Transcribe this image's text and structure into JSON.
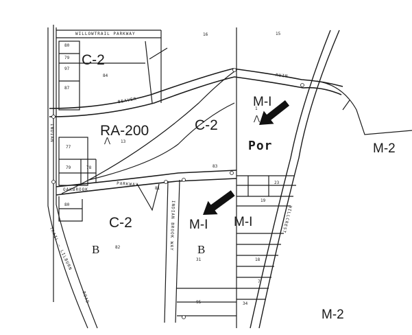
{
  "zones": {
    "c2_top": "C-2",
    "ra200": "RA-200",
    "c2_mid": "C-2",
    "m1_top": "M-I",
    "por": "Por",
    "m2_right": "M-2",
    "c2_bottom": "C-2",
    "m1_center": "M-I",
    "m1_right": "M-I",
    "m2_bottom": "M-2"
  },
  "letters": {
    "b_left": "B",
    "b_center": "B"
  },
  "roads": {
    "willowtrail": "WILLOWTRAIL PARKWAY",
    "beaver": "BEAVER",
    "ruin": "RUIN",
    "oakbrook": "OAKBROOK",
    "parkway": "PARKWAY",
    "indian_trail": "INDIAN",
    "trail_lilburn": "TRAIL – LILBURN",
    "road": "ROAD",
    "indian_brook": "INDIAN BROOK WAY",
    "hillcrest": "HILLCREST"
  },
  "lots": {
    "l80_top": "80",
    "l79_top": "79",
    "l97": "97",
    "l87": "87",
    "l13": "13",
    "l77": "77",
    "l79_mid": "79",
    "l78": "78",
    "l80_mid": "80",
    "l81": "81",
    "l82": "82",
    "l83": "83",
    "l15": "15",
    "l16": "16",
    "l84": "84",
    "l19": "19",
    "l23": "23",
    "l31": "31",
    "l95": "95",
    "l18": "18",
    "l7": "7",
    "l34": "34",
    "l1": "1"
  },
  "colors": {
    "ink": "#1a1a1a",
    "paper": "#ffffff",
    "arrow": "#111111"
  },
  "icons": {
    "arrow_top": "arrow-icon",
    "arrow_center": "arrow-icon",
    "zone_symbol": "tree-symbol-icon"
  }
}
